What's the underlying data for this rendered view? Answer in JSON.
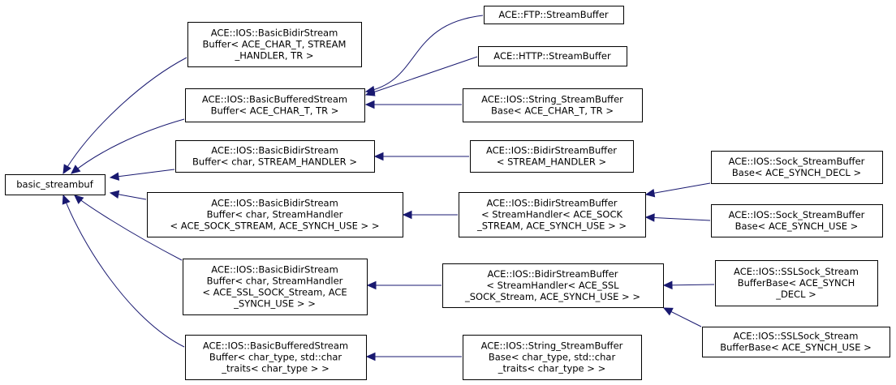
{
  "nodes": [
    {
      "id": "basic_streambuf",
      "lines": [
        "basic_streambuf"
      ]
    },
    {
      "id": "bidir_char_t",
      "lines": [
        "ACE::IOS::BasicBidirStream",
        "Buffer< ACE_CHAR_T, STREAM",
        "_HANDLER, TR >"
      ]
    },
    {
      "id": "buffered_char_t",
      "lines": [
        "ACE::IOS::BasicBufferedStream",
        "Buffer< ACE_CHAR_T, TR >"
      ]
    },
    {
      "id": "bidir_char_handler",
      "lines": [
        "ACE::IOS::BasicBidirStream",
        "Buffer< char, STREAM_HANDLER >"
      ]
    },
    {
      "id": "bidir_sock",
      "lines": [
        "ACE::IOS::BasicBidirStream",
        "Buffer< char, StreamHandler",
        "< ACE_SOCK_STREAM, ACE_SYNCH_USE > >"
      ]
    },
    {
      "id": "bidir_ssl",
      "lines": [
        "ACE::IOS::BasicBidirStream",
        "Buffer< char, StreamHandler",
        "< ACE_SSL_SOCK_Stream, ACE",
        "_SYNCH_USE > >"
      ]
    },
    {
      "id": "buffered_char_type",
      "lines": [
        "ACE::IOS::BasicBufferedStream",
        "Buffer< char_type, std::char",
        "_traits< char_type > >"
      ]
    },
    {
      "id": "ftp",
      "lines": [
        "ACE::FTP::StreamBuffer"
      ]
    },
    {
      "id": "http",
      "lines": [
        "ACE::HTTP::StreamBuffer"
      ]
    },
    {
      "id": "string_char_t",
      "lines": [
        "ACE::IOS::String_StreamBuffer",
        "Base< ACE_CHAR_T, TR >"
      ]
    },
    {
      "id": "bidirbuf_handler",
      "lines": [
        "ACE::IOS::BidirStreamBuffer",
        "< STREAM_HANDLER >"
      ]
    },
    {
      "id": "bidirbuf_sock",
      "lines": [
        "ACE::IOS::BidirStreamBuffer",
        "< StreamHandler< ACE_SOCK",
        "_STREAM, ACE_SYNCH_USE > >"
      ]
    },
    {
      "id": "bidirbuf_ssl",
      "lines": [
        "ACE::IOS::BidirStreamBuffer",
        "< StreamHandler< ACE_SSL",
        "_SOCK_Stream, ACE_SYNCH_USE > >"
      ]
    },
    {
      "id": "string_char_type",
      "lines": [
        "ACE::IOS::String_StreamBuffer",
        "Base< char_type, std::char",
        "_traits< char_type > >"
      ]
    },
    {
      "id": "sock_decl",
      "lines": [
        "ACE::IOS::Sock_StreamBuffer",
        "Base< ACE_SYNCH_DECL >"
      ]
    },
    {
      "id": "sock_use",
      "lines": [
        "ACE::IOS::Sock_StreamBuffer",
        "Base< ACE_SYNCH_USE >"
      ]
    },
    {
      "id": "ssl_decl",
      "lines": [
        "ACE::IOS::SSLSock_Stream",
        "BufferBase< ACE_SYNCH",
        "_DECL >"
      ]
    },
    {
      "id": "ssl_use",
      "lines": [
        "ACE::IOS::SSLSock_Stream",
        "BufferBase< ACE_SYNCH_USE >"
      ]
    }
  ],
  "edges": [
    {
      "from": "bidir_char_t",
      "to": "basic_streambuf"
    },
    {
      "from": "buffered_char_t",
      "to": "basic_streambuf"
    },
    {
      "from": "bidir_char_handler",
      "to": "basic_streambuf"
    },
    {
      "from": "bidir_sock",
      "to": "basic_streambuf"
    },
    {
      "from": "bidir_ssl",
      "to": "basic_streambuf"
    },
    {
      "from": "buffered_char_type",
      "to": "basic_streambuf"
    },
    {
      "from": "ftp",
      "to": "buffered_char_t"
    },
    {
      "from": "http",
      "to": "buffered_char_t"
    },
    {
      "from": "string_char_t",
      "to": "buffered_char_t"
    },
    {
      "from": "bidirbuf_handler",
      "to": "bidir_char_handler"
    },
    {
      "from": "bidirbuf_sock",
      "to": "bidir_sock"
    },
    {
      "from": "bidirbuf_ssl",
      "to": "bidir_ssl"
    },
    {
      "from": "string_char_type",
      "to": "buffered_char_type"
    },
    {
      "from": "sock_decl",
      "to": "bidirbuf_sock"
    },
    {
      "from": "sock_use",
      "to": "bidirbuf_sock"
    },
    {
      "from": "ssl_decl",
      "to": "bidirbuf_ssl"
    },
    {
      "from": "ssl_use",
      "to": "bidirbuf_ssl"
    }
  ]
}
